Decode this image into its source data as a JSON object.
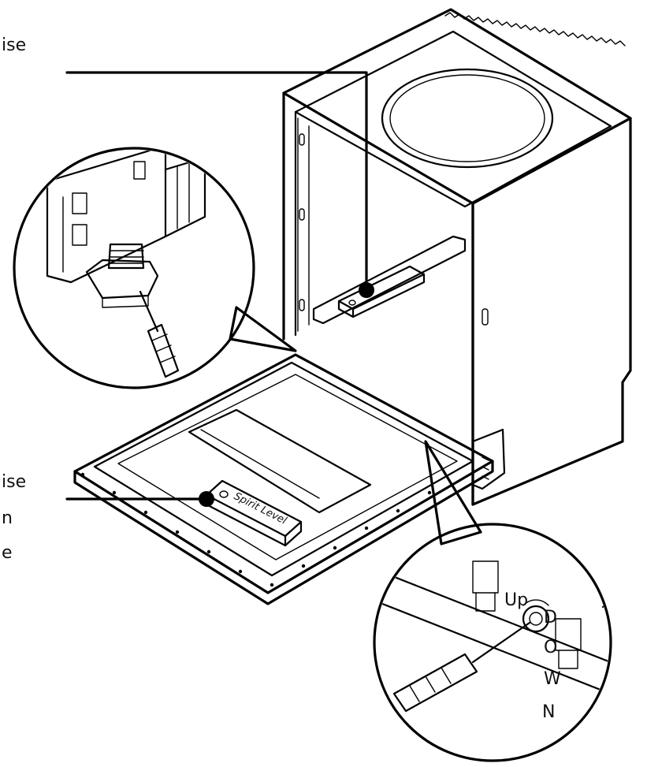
{
  "callouts": {
    "top_fragment": "ise",
    "bottom_fragment_lines": [
      "ise",
      "n",
      "e"
    ]
  },
  "device_label": "Spirit Level",
  "detail_bottom": {
    "up_label": "Up",
    "down_label": "DOWN"
  }
}
